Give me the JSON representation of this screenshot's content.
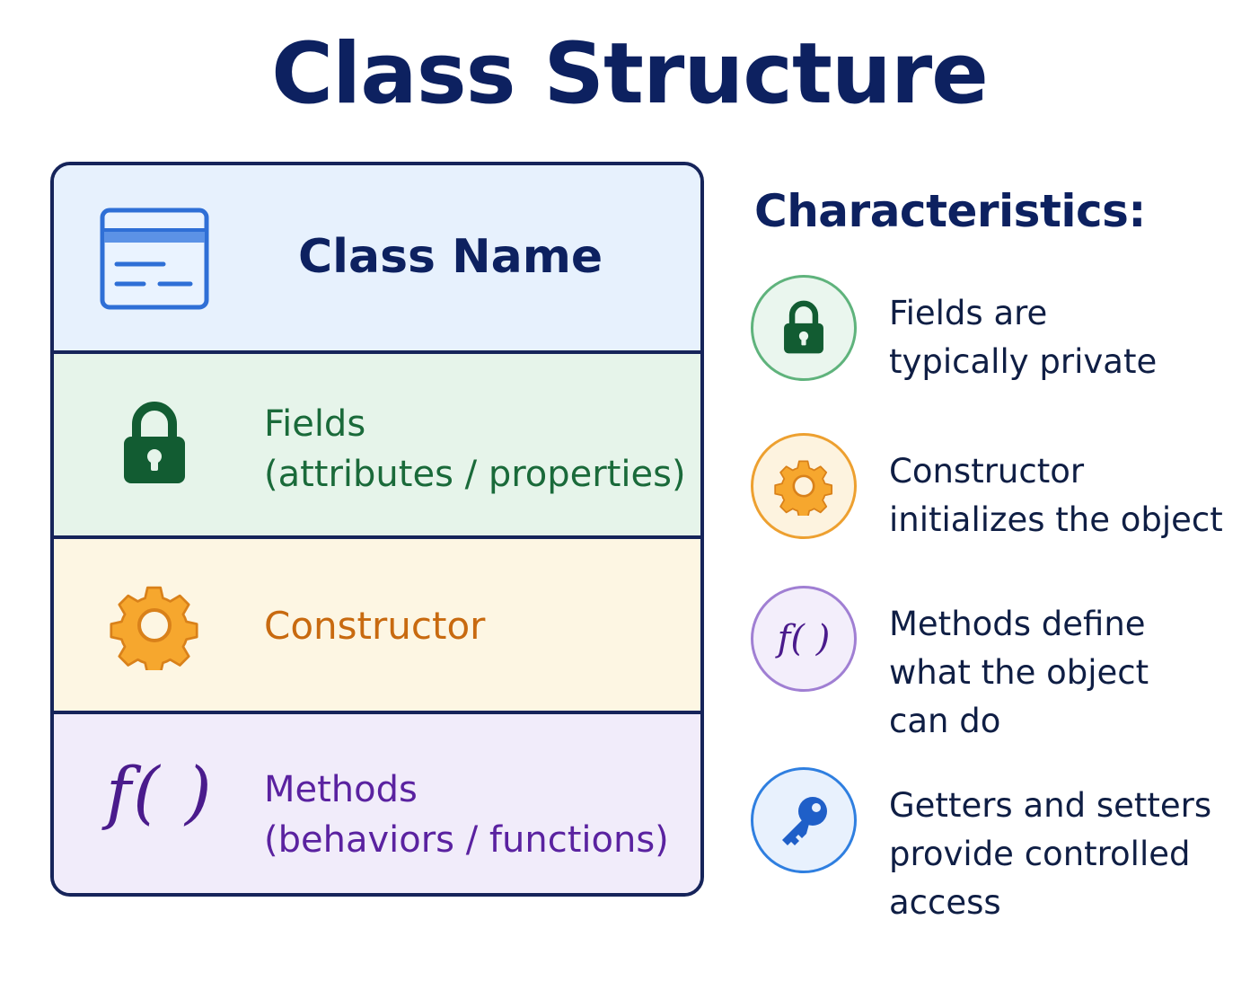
{
  "title": "Class Structure",
  "class_box": {
    "name": {
      "label": "Class Name",
      "icon": "window-card-icon"
    },
    "fields": {
      "line1": "Fields",
      "line2": "(attributes / properties)",
      "icon": "lock-icon",
      "color": "#1a6a3a"
    },
    "constructor": {
      "label": "Constructor",
      "icon": "gear-icon",
      "color": "#c86a10"
    },
    "methods": {
      "symbol": "f( )",
      "line1": "Methods",
      "line2": "(behaviors / functions)",
      "icon": "function-icon",
      "color": "#5a22a0"
    }
  },
  "characteristics": {
    "title": "Characteristics:",
    "items": [
      {
        "icon": "lock-icon",
        "lines": [
          "Fields are",
          "typically private"
        ]
      },
      {
        "icon": "gear-icon",
        "lines": [
          "Constructor",
          "initializes the object"
        ]
      },
      {
        "icon": "function-icon",
        "symbol": "f( )",
        "lines": [
          "Methods define",
          "what the object",
          "can do"
        ]
      },
      {
        "icon": "key-icon",
        "lines": [
          "Getters and setters",
          "provide controlled",
          "access"
        ]
      }
    ]
  },
  "colors": {
    "navy": "#0d2160",
    "border": "#16245a",
    "green": "#1a6a3a",
    "orange": "#f0a030",
    "purple": "#5a22a0",
    "blue": "#2f7fe0"
  }
}
